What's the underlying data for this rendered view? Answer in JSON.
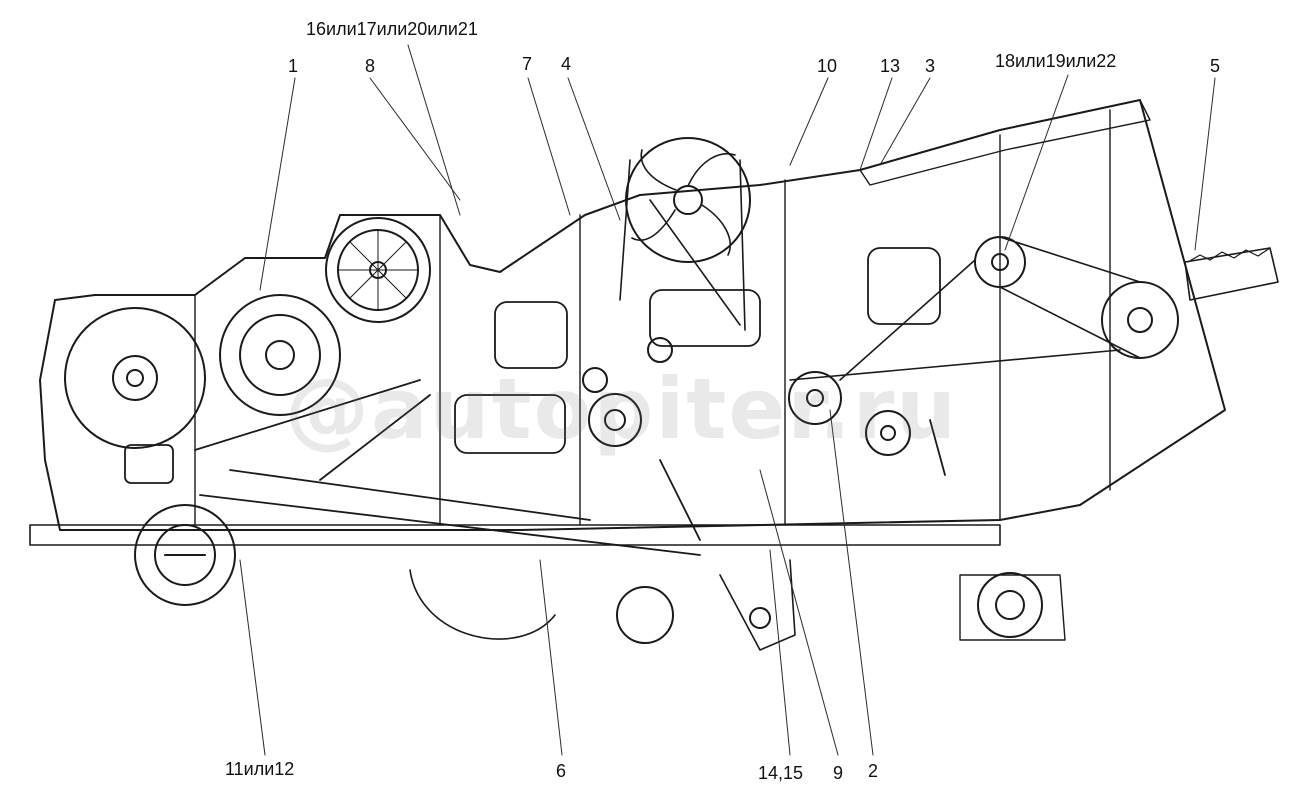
{
  "colors": {
    "line": "#1a1a1a",
    "label": "#111111",
    "watermark": "rgba(120,120,120,0.16)"
  },
  "callouts": {
    "c16": "16или17или20или21",
    "c1": "1",
    "c8": "8",
    "c7": "7",
    "c4": "4",
    "c10": "10",
    "c13": "13",
    "c3": "3",
    "c18": "18или19или22",
    "c5": "5",
    "c11": "11или12",
    "c6": "6",
    "c14": "14,15",
    "c9": "9",
    "c2": "2"
  },
  "watermark": "@autopiter.ru"
}
